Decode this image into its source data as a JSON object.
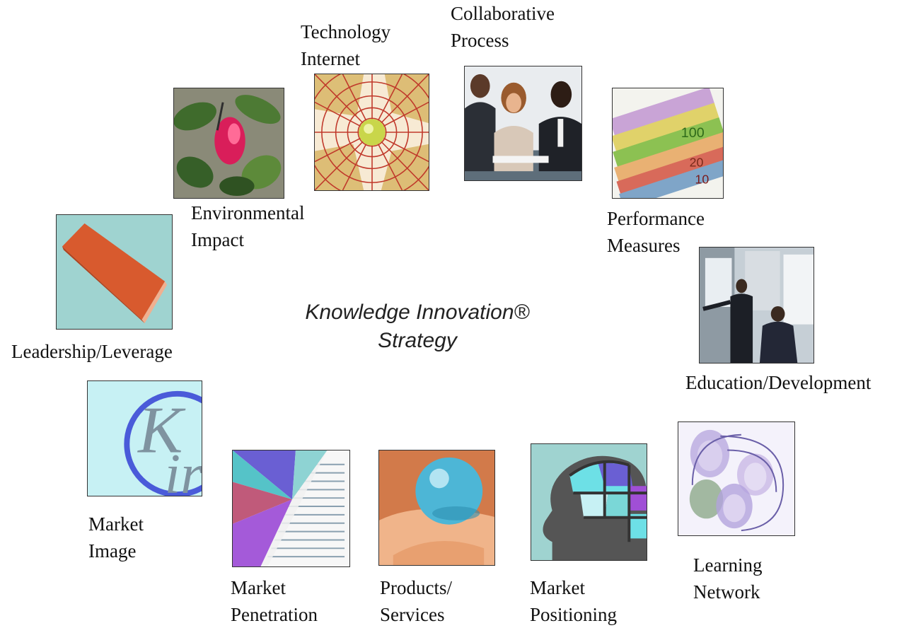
{
  "center": {
    "line1": "Knowledge Innovation®",
    "line2": "Strategy"
  },
  "items": {
    "technology": {
      "line1": "Technology",
      "line2": "Internet",
      "icon": "radial-grid-globe-icon"
    },
    "collaborative": {
      "line1": "Collaborative",
      "line2": "Process",
      "icon": "business-meeting-photo"
    },
    "environmental": {
      "line1": "Environmental",
      "line2": "Impact",
      "icon": "flower-leaves-photo"
    },
    "performance": {
      "line1": "Performance",
      "line2": "Measures",
      "icon": "banknotes-photo"
    },
    "leadership": {
      "line1": "Leadership/Leverage",
      "icon": "orange-book-icon"
    },
    "education": {
      "line1": "Education/Development",
      "icon": "presentation-photo"
    },
    "market_image": {
      "line1": "Market",
      "line2": "Image",
      "icon": "ki-logo-icon"
    },
    "market_penetration": {
      "line1": "Market",
      "line2": "Penetration",
      "icon": "pie-chart-document-icon"
    },
    "products": {
      "line1": "Products/",
      "line2": "Services",
      "icon": "crystal-ball-hand-photo"
    },
    "market_positioning": {
      "line1": "Market",
      "line2": "Positioning",
      "icon": "head-silhouette-icon"
    },
    "learning": {
      "line1": "Learning",
      "line2": "Network",
      "icon": "faces-montage-photo"
    }
  },
  "colors": {
    "teal_bg": "#9fd3d0",
    "accent_orange": "#e2643a",
    "accent_purple": "#8a4fd6",
    "dark_text": "#111111"
  }
}
